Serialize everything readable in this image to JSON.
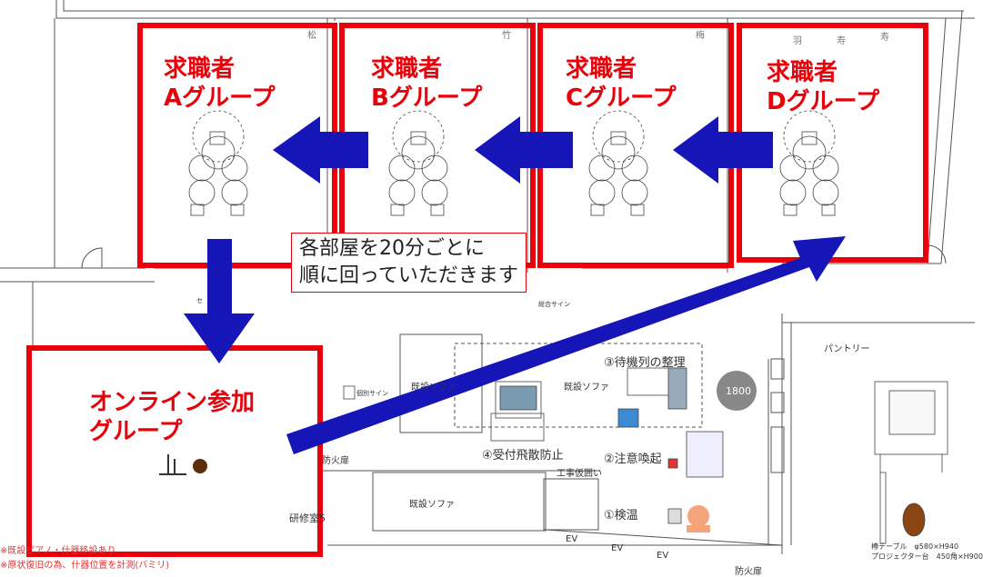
{
  "rooms": [
    {
      "id": "a",
      "label_line1": "求職者",
      "label_line2": "Aグループ",
      "corner": "松"
    },
    {
      "id": "b",
      "label_line1": "求職者",
      "label_line2": "Bグループ",
      "corner": "竹"
    },
    {
      "id": "c",
      "label_line1": "求職者",
      "label_line2": "Cグループ",
      "corner": "梅"
    },
    {
      "id": "d",
      "label_line1": "求職者",
      "label_line2": "Dグループ",
      "corner_left": "羽",
      "corner_mid": "寿",
      "corner": "寿"
    }
  ],
  "online_room": {
    "label_line1": "オンライン参加",
    "label_line2": "グループ",
    "room_name": "研修室5"
  },
  "callout": {
    "line1": "各部屋を20分ごとに",
    "line2": "順に回っていただきます"
  },
  "steps": {
    "queue": "③待機列の整理",
    "splash": "④受付飛散防止",
    "caution": "②注意喚起",
    "temp": "①検温"
  },
  "floor_labels": {
    "sofa1": "既設ソファ",
    "sofa2": "既設ソファ",
    "sofa3": "既設ソファ",
    "pantry": "パントリー",
    "fire_door1": "防火扉",
    "fire_door2": "防火扉",
    "construction": "工事仮囲い",
    "ev1": "EV",
    "ev2": "EV",
    "ev3": "EV",
    "round_table": "1800",
    "sign1": "総合サイン",
    "sign2": "個別サイン",
    "sign3": "セ"
  },
  "notes": [
    "※既設ピアノ・什器移設あり",
    "※原状復旧の為、什器位置を計測(バミリ)"
  ],
  "equipment_notes": [
    "樽テーブル　φ580×H940",
    "プロジェクター台　450角×H900"
  ],
  "colors": {
    "room_border": "#e8000a",
    "arrow": "#1515b8",
    "label": "#e8000a"
  }
}
